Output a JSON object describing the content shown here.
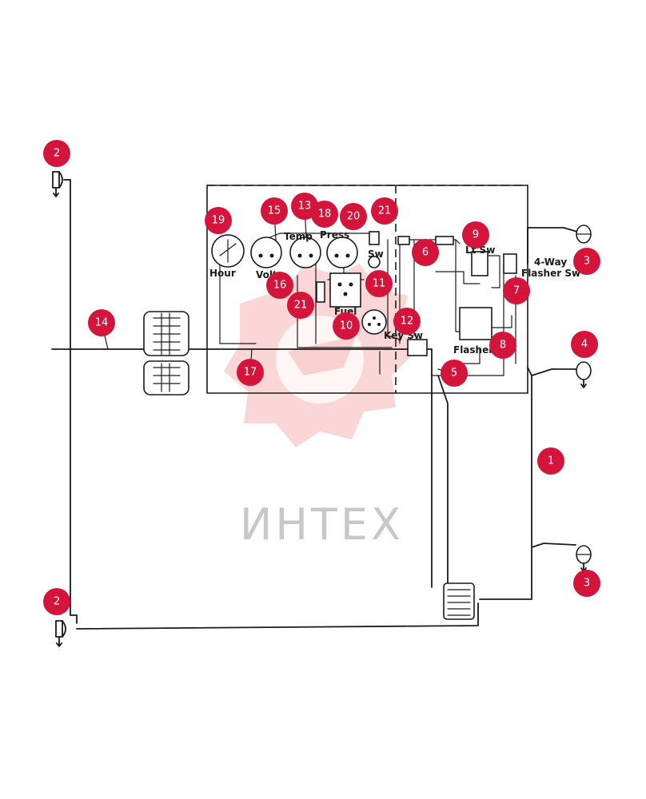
{
  "watermark": {
    "text": "ИНТЕХ"
  },
  "labels": {
    "hour": "Hour",
    "volt": "Volt",
    "temp": "Temp",
    "press": "Press",
    "fuel": "Fuel",
    "sw": "Sw",
    "lt_sw": "Lt Sw",
    "key_sw": "Key Sw",
    "flasher": "Flasher",
    "four_way_line1": "4-Way",
    "four_way_line2": "Flasher Sw"
  },
  "callouts": [
    {
      "id": "c1",
      "text": "1"
    },
    {
      "id": "c2a",
      "text": "2"
    },
    {
      "id": "c2b",
      "text": "2"
    },
    {
      "id": "c3a",
      "text": "3"
    },
    {
      "id": "c3b",
      "text": "3"
    },
    {
      "id": "c4",
      "text": "4"
    },
    {
      "id": "c5",
      "text": "5"
    },
    {
      "id": "c6",
      "text": "6"
    },
    {
      "id": "c7",
      "text": "7"
    },
    {
      "id": "c8",
      "text": "8"
    },
    {
      "id": "c9",
      "text": "9"
    },
    {
      "id": "c10",
      "text": "10"
    },
    {
      "id": "c11",
      "text": "11"
    },
    {
      "id": "c12",
      "text": "12"
    },
    {
      "id": "c13",
      "text": "13"
    },
    {
      "id": "c14",
      "text": "14"
    },
    {
      "id": "c15",
      "text": "15"
    },
    {
      "id": "c16",
      "text": "16"
    },
    {
      "id": "c17",
      "text": "17"
    },
    {
      "id": "c18",
      "text": "18"
    },
    {
      "id": "c19",
      "text": "19"
    },
    {
      "id": "c20",
      "text": "20"
    },
    {
      "id": "c21a",
      "text": "21"
    },
    {
      "id": "c21b",
      "text": "21"
    }
  ],
  "colors": {
    "callout": "#d4143a",
    "line": "#1a1a1a",
    "watermark": "#f26a6a"
  }
}
